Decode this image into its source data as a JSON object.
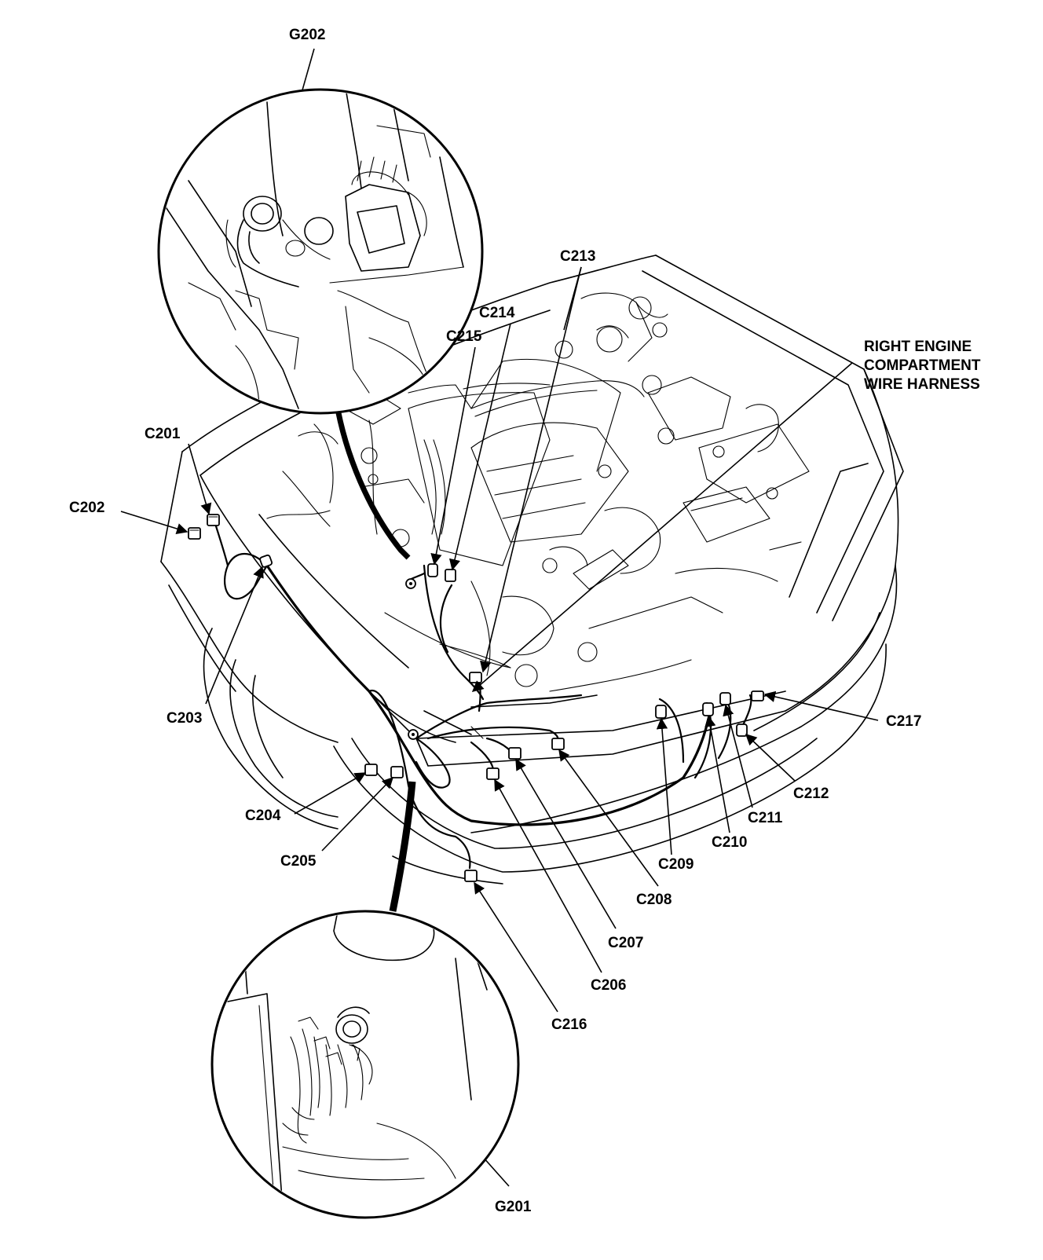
{
  "labels": {
    "g202": "G202",
    "c213": "C213",
    "c214": "C214",
    "c215": "C215",
    "c201": "C201",
    "c202": "C202",
    "c203": "C203",
    "c204": "C204",
    "c205": "C205",
    "c206": "C206",
    "c207": "C207",
    "c208": "C208",
    "c209": "C209",
    "c210": "C210",
    "c211": "C211",
    "c212": "C212",
    "c216": "C216",
    "c217": "C217",
    "g201": "G201",
    "harness_line1": "RIGHT ENGINE",
    "harness_line2": "COMPARTMENT",
    "harness_line3": "WIRE HARNESS"
  }
}
